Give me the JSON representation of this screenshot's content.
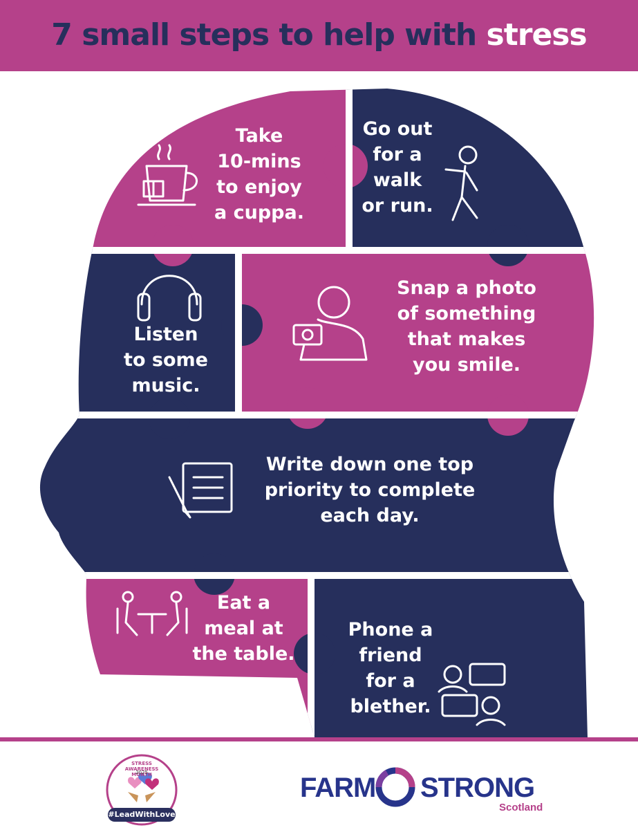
{
  "title": {
    "prefix": "7 small steps to help with ",
    "highlight": "stress"
  },
  "steps": [
    {
      "text": "Take\n10-mins\nto enjoy\na cuppa.",
      "icon": "tea-cup-icon"
    },
    {
      "text": "Go out\nfor a\nwalk\nor run.",
      "icon": "walking-person-icon"
    },
    {
      "text": "Listen\nto some\nmusic.",
      "icon": "headphones-icon"
    },
    {
      "text": "Snap a photo\nof something\nthat makes\nyou smile.",
      "icon": "camera-person-icon"
    },
    {
      "text": "Write down one top\npriority to complete\neach day.",
      "icon": "notepad-pen-icon"
    },
    {
      "text": "Eat a\nmeal at\nthe table.",
      "icon": "dining-table-icon"
    },
    {
      "text": "Phone a\nfriend\nfor a\nblether.",
      "icon": "conversation-icon"
    }
  ],
  "colors": {
    "magenta": "#b5418a",
    "navy": "#262f5c",
    "white": "#ffffff"
  },
  "badge": {
    "arc_text": "STRESS AWARENESS MONTH",
    "year": "2025",
    "hashtag": "#LeadWithLove"
  },
  "logo": {
    "word1": "FARM",
    "word2": "STRONG",
    "sub": "Scotland"
  }
}
